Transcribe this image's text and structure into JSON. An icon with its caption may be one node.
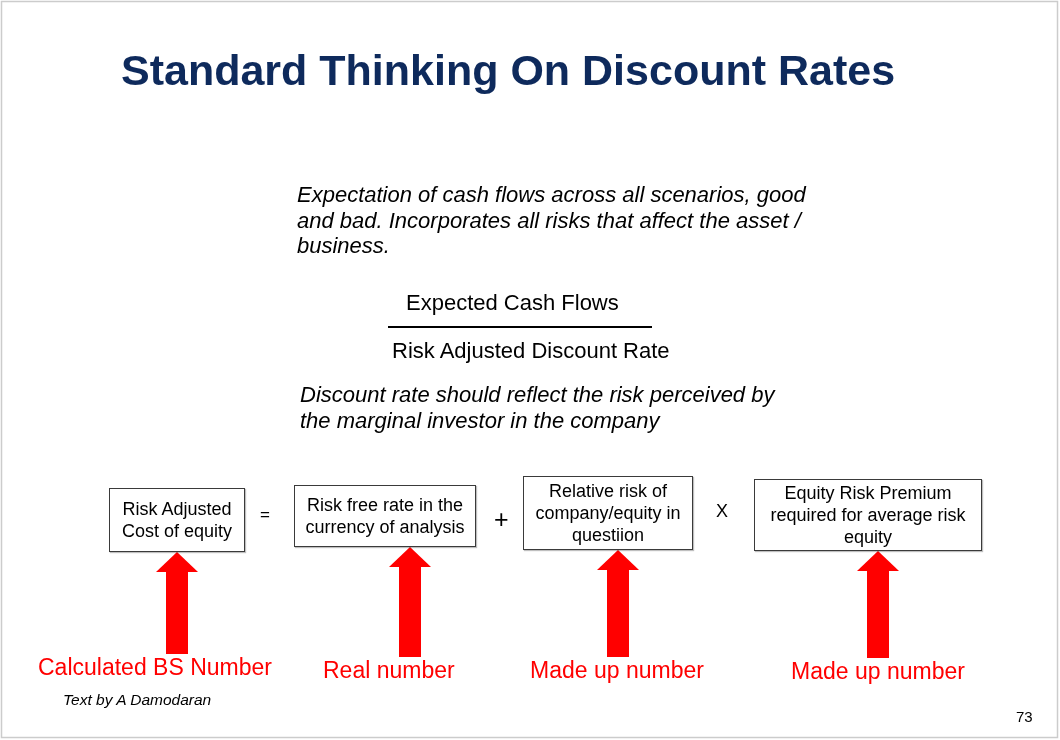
{
  "diagram": {
    "title": "Standard Thinking On Discount Rates",
    "nodes": [
      {
        "text": [
          "Risk Adjusted Cost of equity"
        ]
      },
      {
        "text": [
          "Risk free rate in the currency of analysis"
        ]
      },
      {
        "text": [
          "Relative risk of company/equity in questiion"
        ]
      },
      {
        "text": [
          "Equity Risk Premium required for average risk equity"
        ]
      },
      {
        "text": [
          "Calculated BS Number"
        ]
      },
      {
        "text": [
          "Real number"
        ]
      },
      {
        "text": [
          "Made up number"
        ]
      },
      {
        "text": [
          "Made up number"
        ]
      }
    ],
    "edges": [
      {
        "from": 4,
        "to": 0,
        "arrow": "to",
        "color": "#ff0000"
      },
      {
        "from": 5,
        "to": 1,
        "arrow": "to",
        "color": "#ff0000"
      },
      {
        "from": 6,
        "to": 2,
        "arrow": "to",
        "color": "#ff0000"
      },
      {
        "from": 7,
        "to": 3,
        "arrow": "to",
        "color": "#ff0000"
      }
    ],
    "labels": [
      "Expectation of cash flows across all scenarios, good and bad. Incorporates all risks that affect the asset / business.",
      "Expected Cash Flows",
      "Risk Adjusted Discount Rate",
      "Discount rate should reflect the risk perceived by the marginal investor in the company",
      "=",
      "+",
      "X",
      "Text by A Damodaran",
      "73"
    ]
  }
}
